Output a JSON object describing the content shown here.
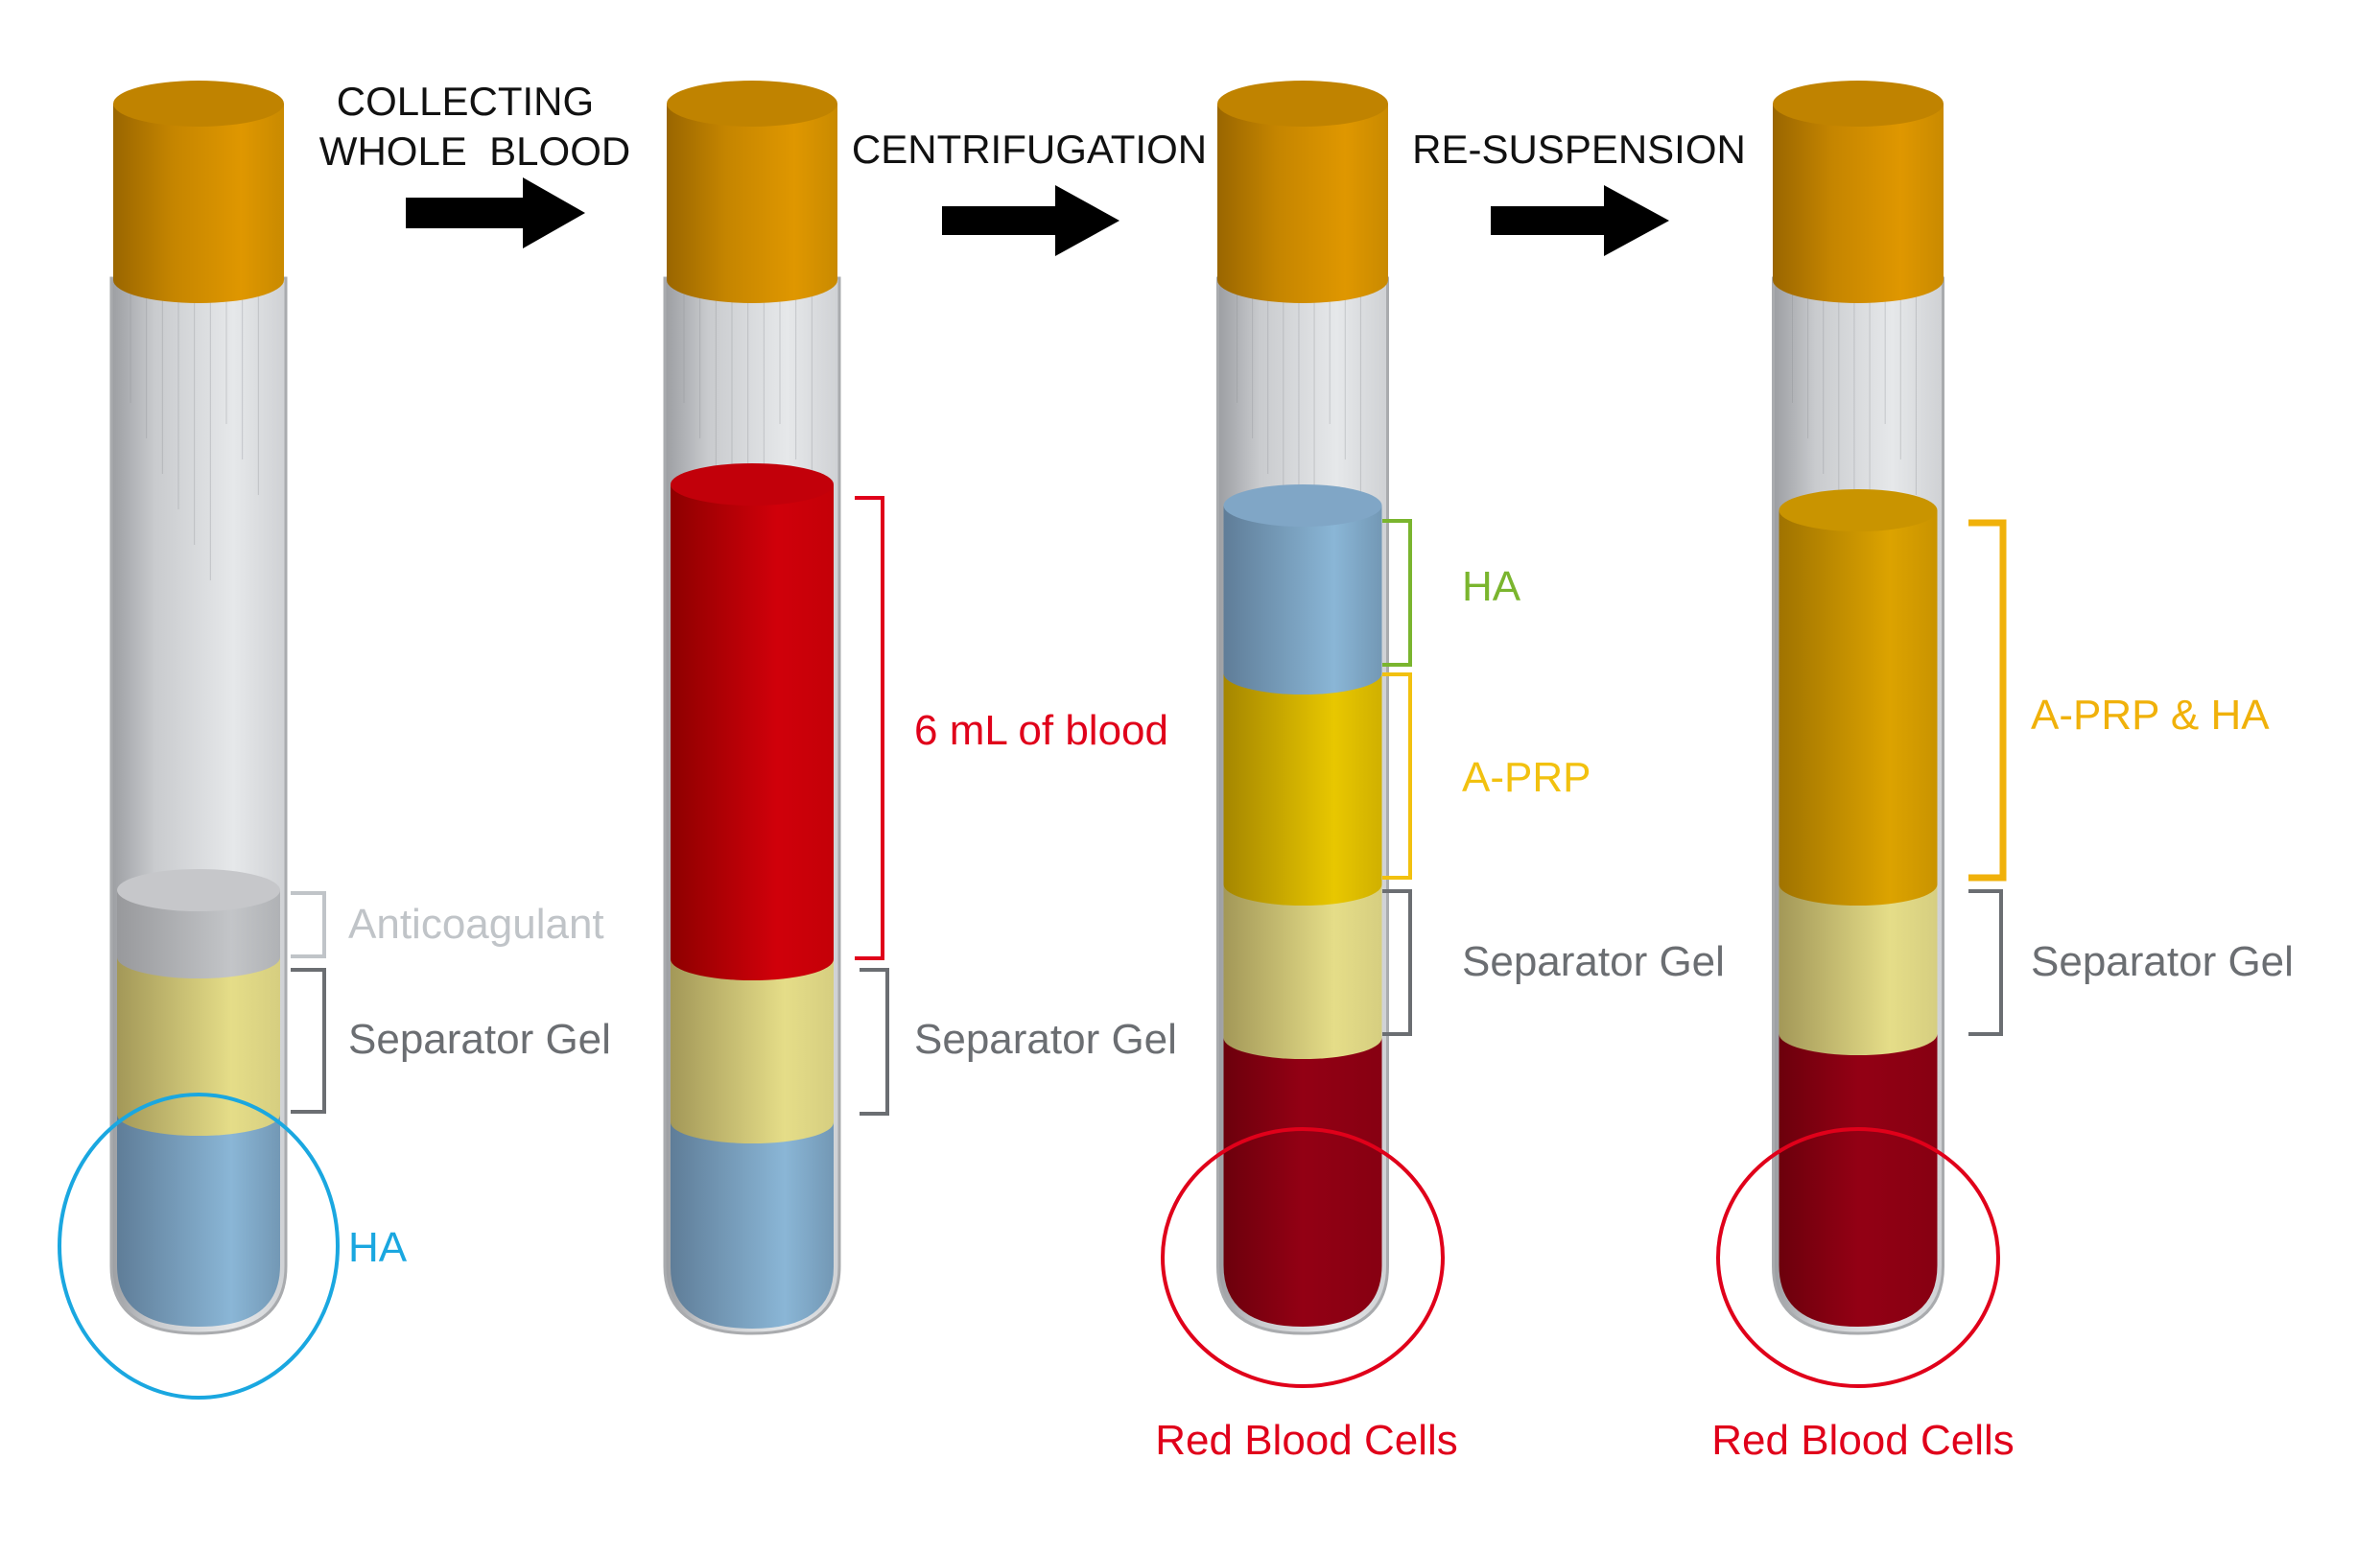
{
  "title": "A-PRP preparation process",
  "steps": [
    {
      "line1": "COLLECTING",
      "line2": "WHOLE  BLOOD"
    },
    {
      "line1": "CENTRIFUGATION"
    },
    {
      "line1": "RE-SUSPENSION"
    }
  ],
  "tubes": [
    {
      "name": "tube-1-initial",
      "layers_top_to_bottom": [
        "empty",
        "Anticoagulant",
        "Separator Gel",
        "HA"
      ],
      "labels": {
        "anticoagulant": "Anticoagulant",
        "separator_gel": "Separator Gel",
        "ha": "HA"
      }
    },
    {
      "name": "tube-2-whole-blood",
      "layers_top_to_bottom": [
        "empty",
        "6 mL of blood",
        "Separator Gel",
        "HA"
      ],
      "labels": {
        "blood": "6 mL of blood",
        "separator_gel": "Separator Gel"
      }
    },
    {
      "name": "tube-3-centrifuged",
      "layers_top_to_bottom": [
        "empty",
        "HA",
        "A-PRP",
        "Separator Gel",
        "Red Blood Cells"
      ],
      "labels": {
        "ha": "HA",
        "aprp": "A-PRP",
        "separator_gel": "Separator Gel",
        "rbc": "Red Blood Cells"
      }
    },
    {
      "name": "tube-4-resuspended",
      "layers_top_to_bottom": [
        "empty",
        "A-PRP & HA",
        "Separator Gel",
        "Red Blood Cells"
      ],
      "labels": {
        "aprp_ha": "A-PRP & HA",
        "separator_gel": "Separator Gel",
        "rbc": "Red Blood Cells"
      }
    }
  ],
  "colors": {
    "cap": "#d48f00",
    "ha_blue": "#7fa6c4",
    "gel_yellow": "#e3da8a",
    "anticoagulant_gray": "#b7b9bc",
    "blood_red": "#c8000a",
    "rbc_dark_red": "#8c0013",
    "aprp_yellow": "#e3c000",
    "aprp_ha_orange": "#d9a000",
    "label_ha_cyan": "#1aa7e0",
    "label_ha_green": "#7ab52e",
    "label_aprp_yellow": "#f2c10f",
    "label_aprp_ha_orange": "#f0b10a",
    "label_blood_red": "#e0001a",
    "label_gray": "#6b6e72",
    "label_light_gray": "#c0c4c8"
  }
}
